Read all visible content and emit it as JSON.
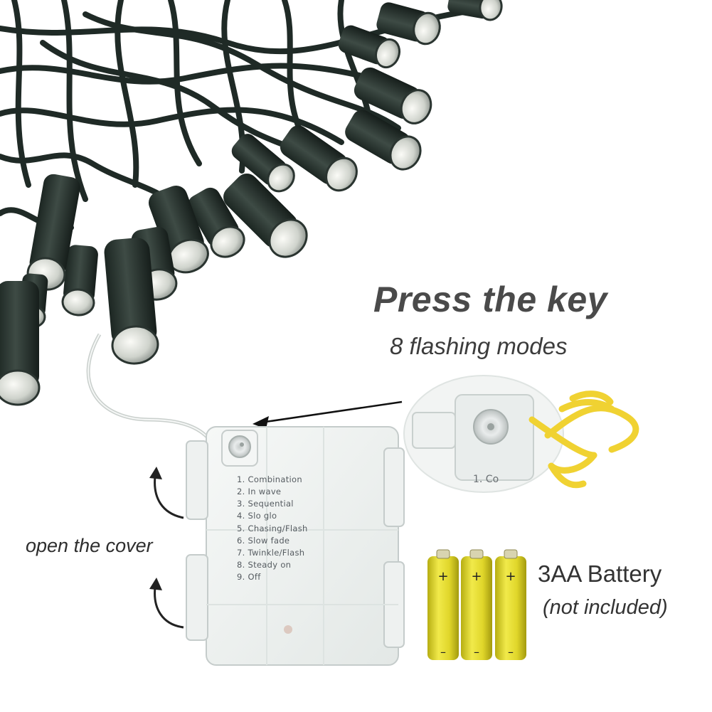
{
  "headline": "Press the key",
  "subheadline": "8 flashing modes",
  "cover_note": "open the cover",
  "battery": {
    "title": "3AA Battery",
    "note": "(not included)"
  },
  "modes": [
    "1. Combination",
    "2. In wave",
    "3. Sequential",
    "4. Slo glo",
    "5. Chasing/Flash",
    "6. Slow fade",
    "7. Twinkle/Flash",
    "8. Steady on",
    "9. Off"
  ],
  "zoom_label": "1. Co",
  "colors": {
    "wire": "#23302b",
    "bulb": "#d9dcd6",
    "box": "#eef1f0",
    "battery": "#e2d92c",
    "hand": "#f0d232"
  }
}
